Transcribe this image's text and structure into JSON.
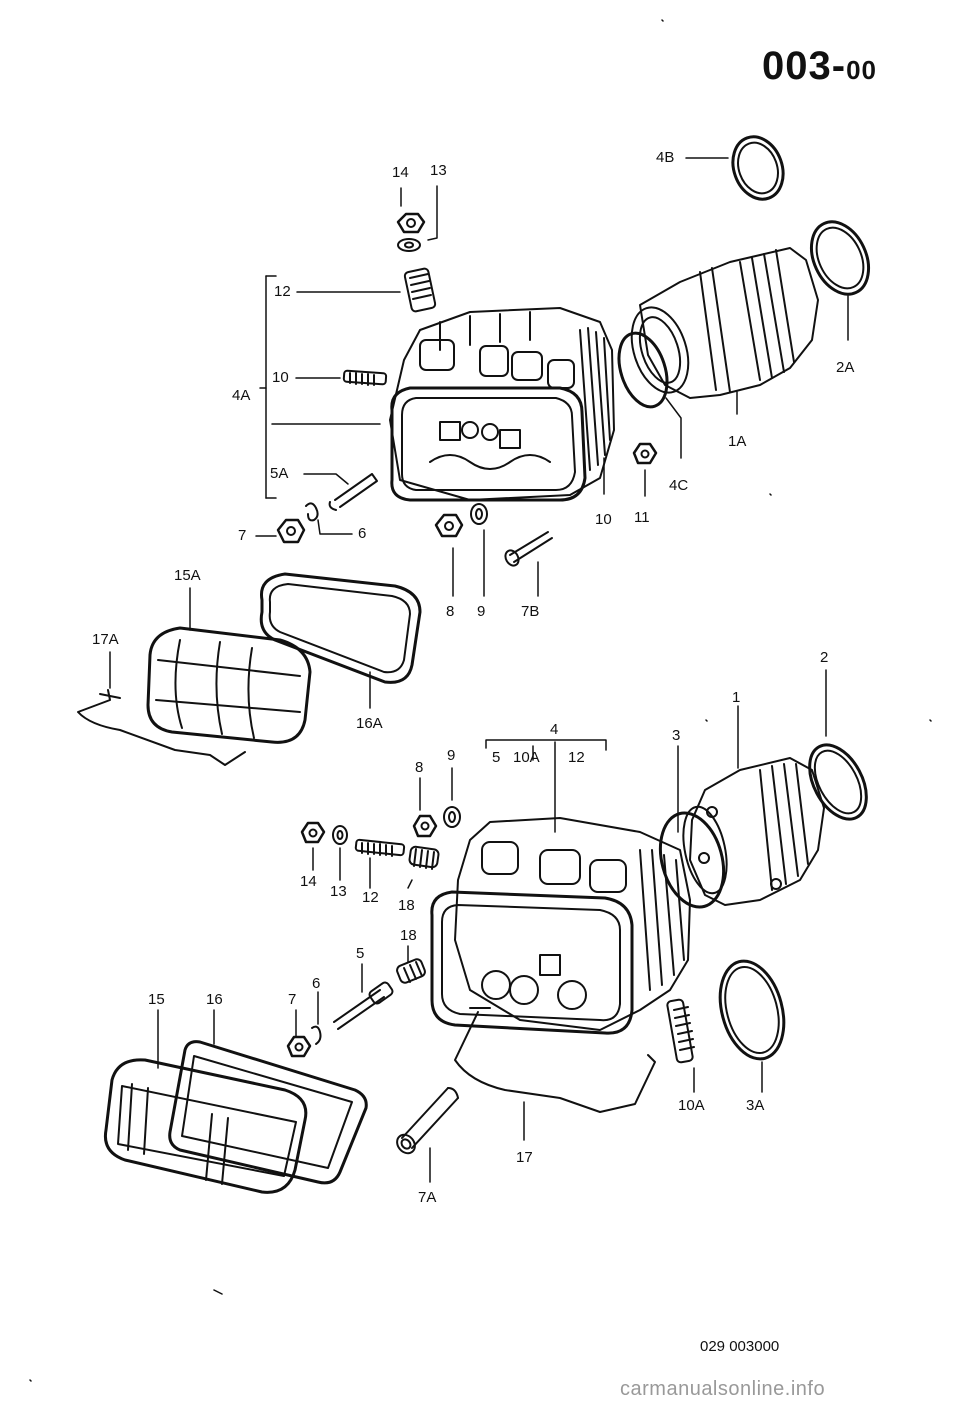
{
  "header": {
    "code": "003",
    "dash": "-",
    "suffix": "00"
  },
  "footer": {
    "catalog_no": "029 003000",
    "watermark": "carmanualsonline.info"
  },
  "callouts": {
    "c14_top": "14",
    "c13_top": "13",
    "c4B": "4B",
    "c12_top": "12",
    "c10_left": "10",
    "c4A": "4A",
    "c2A": "2A",
    "c1A": "1A",
    "c4C": "4C",
    "c5A": "5A",
    "c10_bot": "10",
    "c11": "11",
    "c7_top": "7",
    "c6_top": "6",
    "c8_top": "8",
    "c9_top": "9",
    "c7B": "7B",
    "c15A": "15A",
    "c17A": "17A",
    "c16A": "16A",
    "c2": "2",
    "c1": "1",
    "c4": "4",
    "c5_box": "5",
    "c10A_box": "10A",
    "c12_box": "12",
    "c3": "3",
    "c9_low": "9",
    "c8_low": "8",
    "c14_low": "14",
    "c13_low": "13",
    "c12_low": "12",
    "c18_a": "18",
    "c18_b": "18",
    "c5_low": "5",
    "c15": "15",
    "c16": "16",
    "c7_low": "7",
    "c6_low": "6",
    "c10A_low": "10A",
    "c3A": "3A",
    "c17": "17",
    "c7A": "7A"
  }
}
